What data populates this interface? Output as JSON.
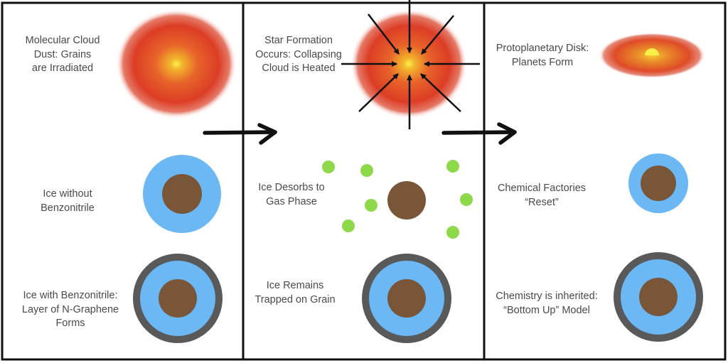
{
  "panels": [
    {
      "top_label": "Molecular Cloud\nDust: Grains\nare Irradiated",
      "middle_label": "Ice without\nBenzonitrile",
      "bottom_label": "Ice with Benzonitrile:\nLayer of N-Graphene\nForms"
    },
    {
      "top_label": "Star Formation\nOccurs: Collapsing\nCloud is Heated",
      "middle_label": "Ice Desorbs to\nGas Phase",
      "bottom_label": "Ice Remains\nTrapped on Grain"
    },
    {
      "top_label": "Protoplanetary Disk:\nPlanets Form",
      "middle_label": "Chemical Factories\n“Reset”",
      "bottom_label": "Chemistry is inherited:\n“Bottom Up” Model"
    }
  ],
  "colors": {
    "cloud_outer": "#e3402a",
    "cloud_core": "#f5e62a",
    "ice": "#6cb8f5",
    "grain": "#7a5639",
    "graphene_layer": "#595959",
    "gas_molecule": "#8ed94a",
    "border": "#111111",
    "text": "#4a4a4a"
  }
}
